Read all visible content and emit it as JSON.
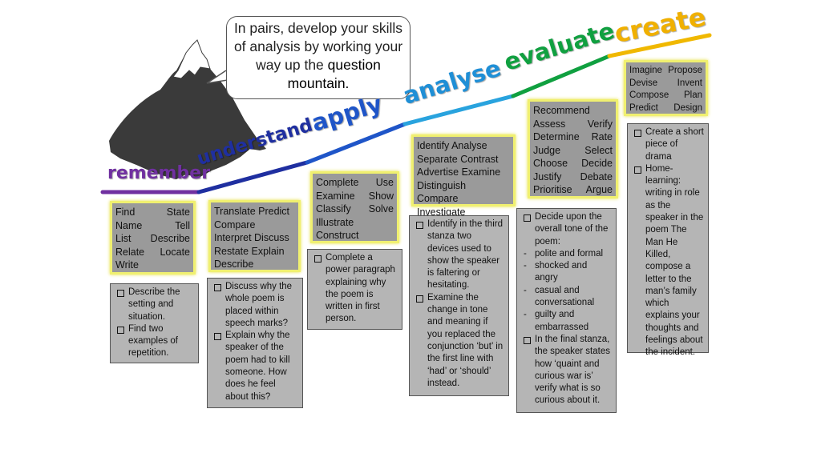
{
  "speech_bubble": {
    "text": "In pairs, develop your skills of analysis by working your way up the ",
    "highlight": "question mountain."
  },
  "stages": [
    {
      "label": "remember",
      "color": "#7030a0"
    },
    {
      "label": "understand",
      "color": "#1f2fa0"
    },
    {
      "label": "apply",
      "color": "#1f55c8"
    },
    {
      "label": "analyse",
      "color": "#1f8fd6"
    },
    {
      "label": "evaluate",
      "color": "#10a040"
    },
    {
      "label": "create",
      "color": "#f0b000"
    }
  ],
  "verbs": {
    "remember": [
      "Find State",
      "Name Tell",
      "List Describe",
      "Relate Locate",
      "Write"
    ],
    "understand": [
      "Translate Predict",
      "Compare",
      "Interpret Discuss",
      "Restate Explain",
      "Describe"
    ],
    "apply": [
      "Complete Use",
      "Examine Show",
      "Classify Solve",
      "Illustrate",
      "Construct"
    ],
    "analyse": [
      "Identify Analyse",
      "Separate Contrast",
      "Advertise Examine",
      "Distinguish Compare",
      "Investigate"
    ],
    "evaluate": [
      "Recommend",
      "Assess Verify",
      "Determine Rate",
      "Judge Select",
      "Choose Decide",
      "Justify Debate",
      "Prioritise Argue"
    ],
    "create": [
      "Imagine Propose",
      "Devise Invent",
      "Compose Plan",
      "Predict Design"
    ]
  },
  "tasks": {
    "remember": [
      "Describe the setting and situation.",
      "Find two examples of repetition."
    ],
    "understand": [
      "Discuss why the whole poem is placed within speech marks?",
      "Explain why the speaker of the poem had to kill someone. How does he feel about this?"
    ],
    "apply": [
      "Complete a power paragraph explaining why the poem is written in first person."
    ],
    "analyse": [
      "Identify in the third stanza two devices used to show the speaker is faltering or hesitating.",
      "Examine the change in tone and meaning if you replaced the conjunction ‘but’ in the first line with ‘had’ or ‘should’ instead."
    ],
    "evaluate": {
      "intro": "Decide upon the overall tone of the poem:",
      "options": [
        "polite and formal",
        "shocked and angry",
        "casual and conversational",
        "guilty and embarrassed"
      ],
      "final": "In the final stanza, the speaker states how ‘quaint and curious war is’ verify what is so curious about it."
    },
    "create": [
      "Create a short piece of drama",
      "Home-learning:"
    ],
    "create_detail": "writing in role as the speaker in the poem The Man He Killed, compose a letter to the man’s family which explains your thoughts and feelings about the incident."
  }
}
